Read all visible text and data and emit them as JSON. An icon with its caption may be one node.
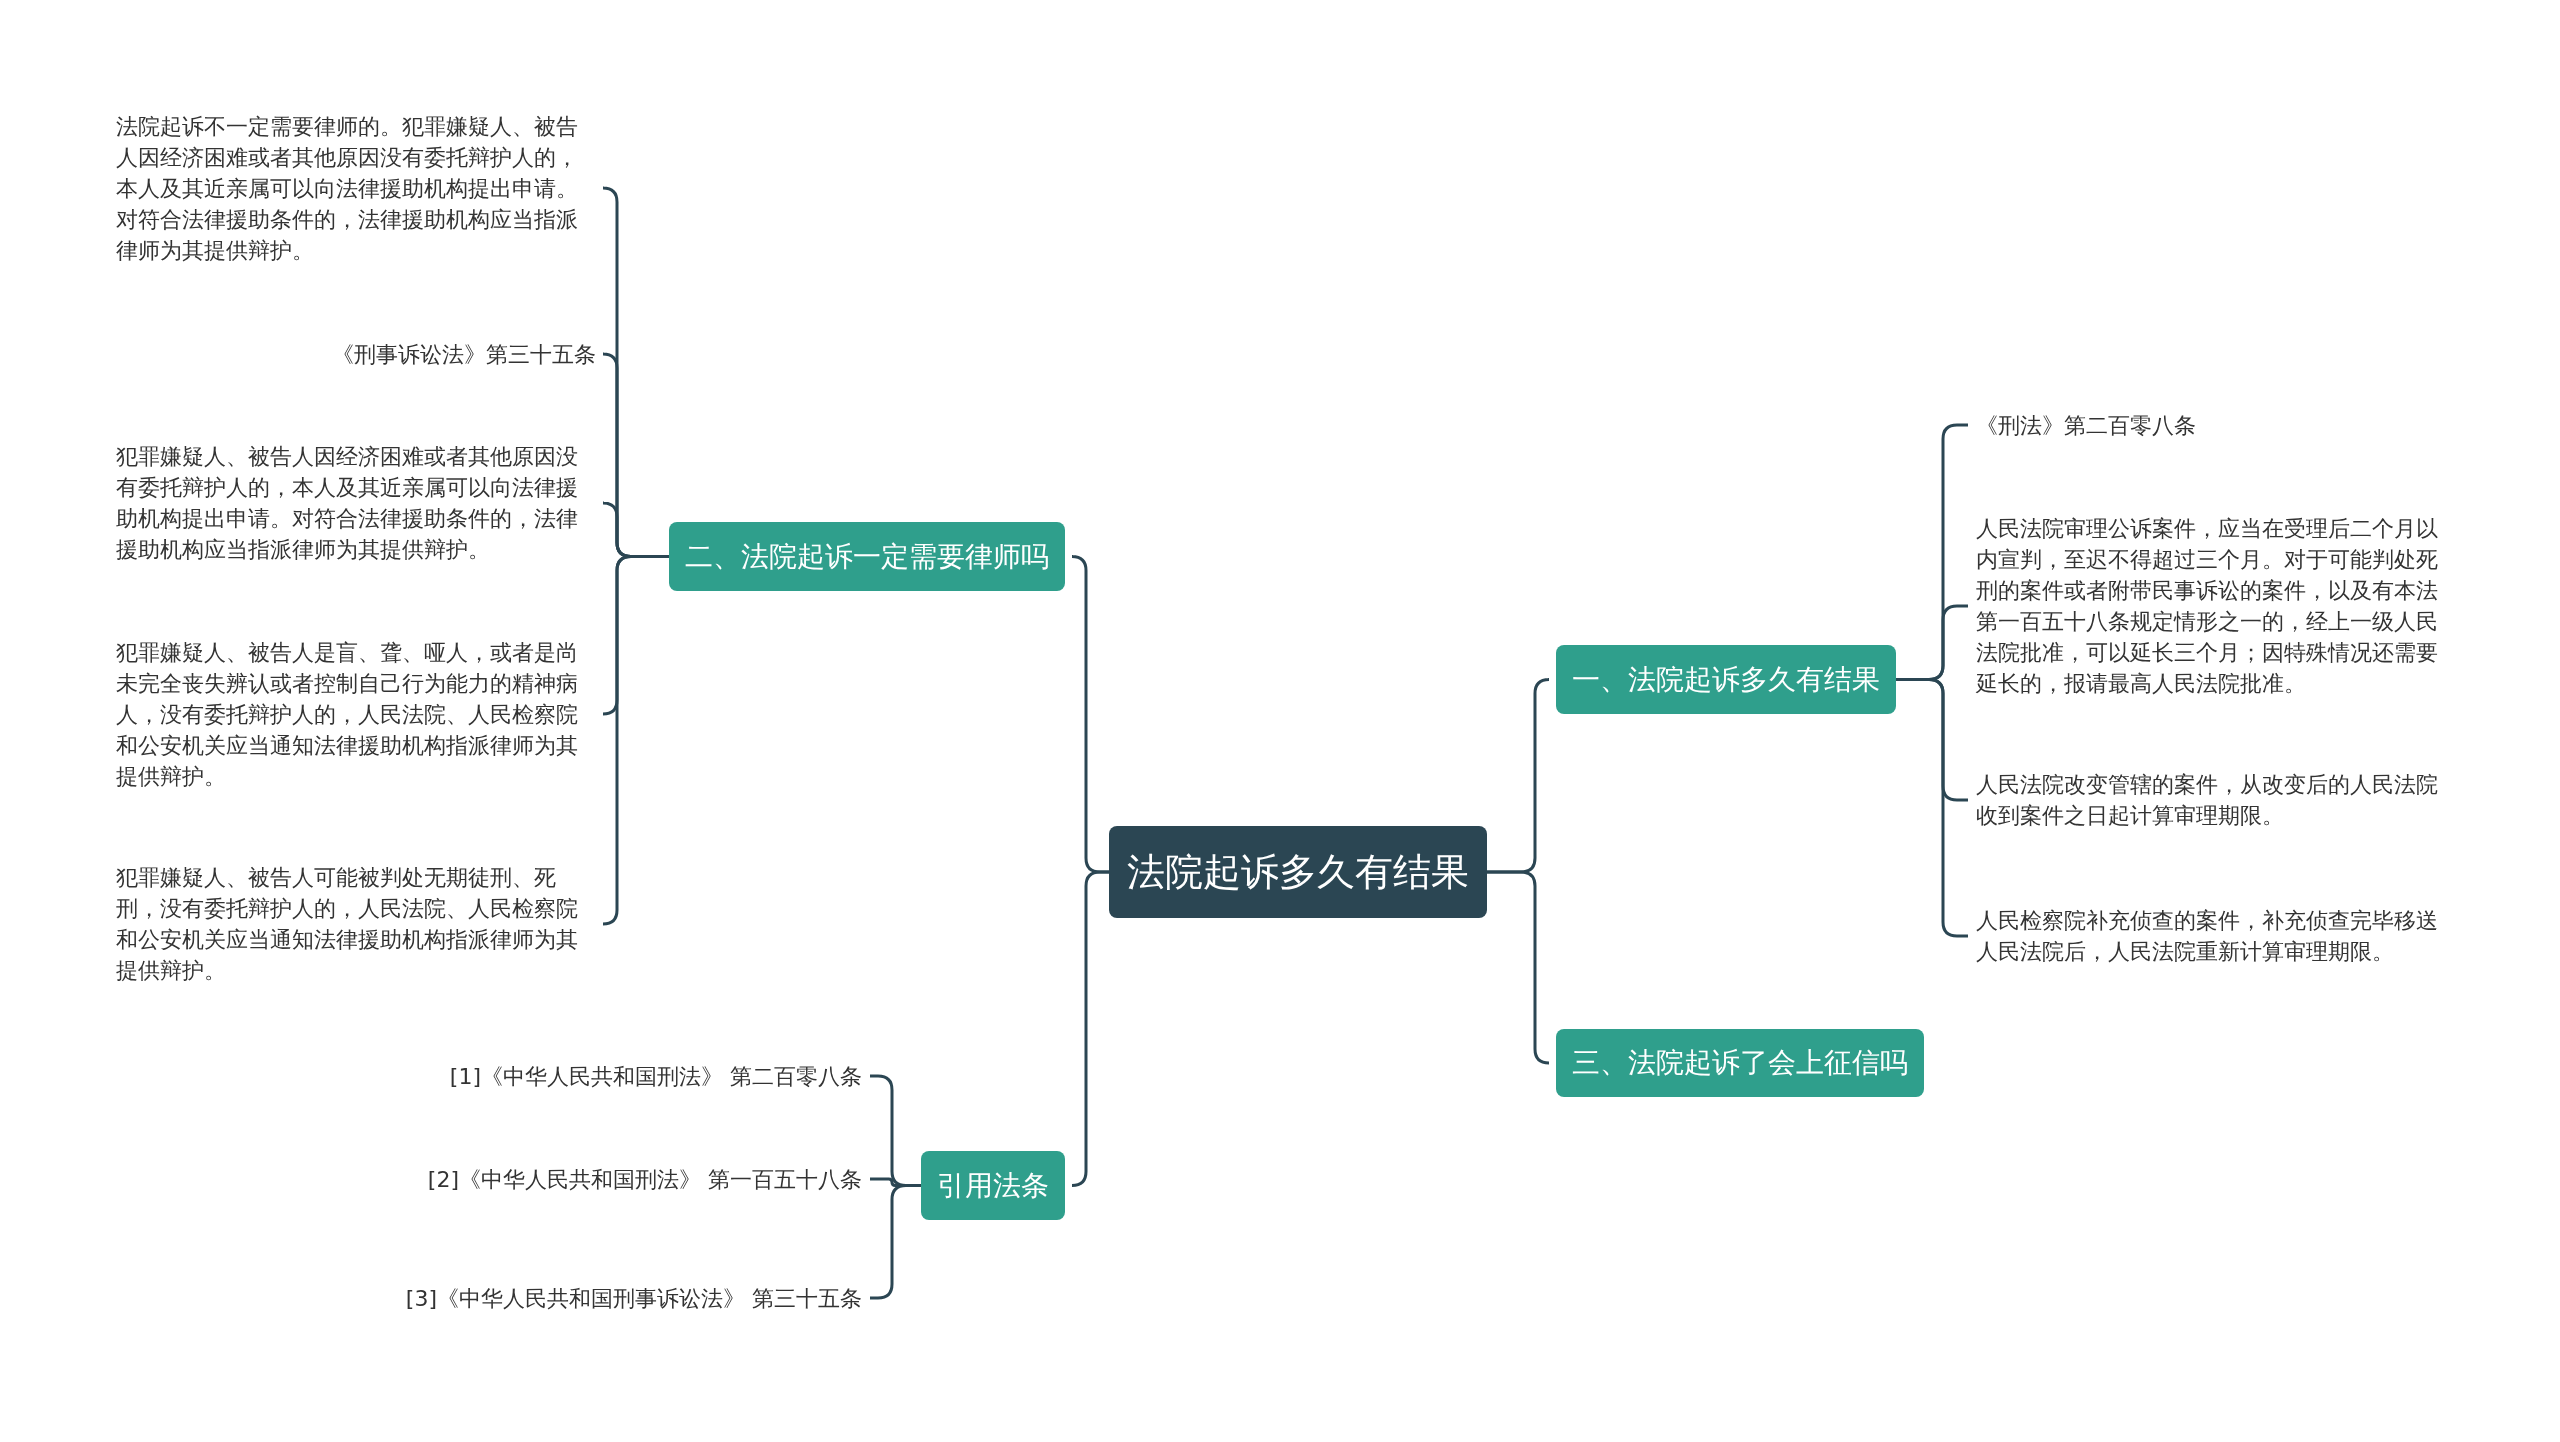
{
  "diagram": {
    "nodes": [
      {
        "text": [
          "法院起诉多久有结果"
        ]
      },
      {
        "text": [
          "一、法院起诉多久有结果"
        ]
      },
      {
        "text": [
          "《刑法》第二百零八条"
        ]
      },
      {
        "text": [
          "人民法院审理公诉案件，应当在受理后二个月以内宣判，至迟不得超过三个月。对于可能判处死刑的案件或者附带民事诉讼的案件，以及有本法第一百五十八条规定情形之一的，经上一级人民法院批准，可以延长三个月；因特殊情况还需要延长的，报请最高人民法院批准。"
        ]
      },
      {
        "text": [
          "人民法院改变管辖的案件，从改变后的人民法院收到案件之日起计算审理期限。"
        ]
      },
      {
        "text": [
          "人民检察院补充侦查的案件，补充侦查完毕移送人民法院后，人民法院重新计算审理期限。"
        ]
      },
      {
        "text": [
          "三、法院起诉了会上征信吗"
        ]
      },
      {
        "text": [
          "二、法院起诉一定需要律师吗"
        ]
      },
      {
        "text": [
          "法院起诉不一定需要律师的。犯罪嫌疑人、被告人因经济困难或者其他原因没有委托辩护人的，本人及其近亲属可以向法律援助机构提出申请。对符合法律援助条件的，法律援助机构应当指派律师为其提供辩护。"
        ]
      },
      {
        "text": [
          "《刑事诉讼法》第三十五条"
        ]
      },
      {
        "text": [
          "犯罪嫌疑人、被告人因经济困难或者其他原因没有委托辩护人的，本人及其近亲属可以向法律援助机构提出申请。对符合法律援助条件的，法律援助机构应当指派律师为其提供辩护。"
        ]
      },
      {
        "text": [
          "犯罪嫌疑人、被告人是盲、聋、哑人，或者是尚未完全丧失辨认或者控制自己行为能力的精神病人，没有委托辩护人的，人民法院、人民检察院和公安机关应当通知法律援助机构指派律师为其提供辩护。"
        ]
      },
      {
        "text": [
          "犯罪嫌疑人、被告人可能被判处无期徒刑、死刑，没有委托辩护人的，人民法院、人民检察院和公安机关应当通知法律援助机构指派律师为其提供辩护。"
        ]
      },
      {
        "text": [
          "引用法条"
        ]
      },
      {
        "text": [
          "[1]《中华人民共和国刑法》 第二百零八条"
        ]
      },
      {
        "text": [
          "[2]《中华人民共和国刑法》 第一百五十八条"
        ]
      },
      {
        "text": [
          "[3]《中华人民共和国刑事诉讼法》 第三十五条"
        ]
      }
    ],
    "edges": [
      {
        "from": 0,
        "to": 1,
        "arrow": "none"
      },
      {
        "from": 1,
        "to": 2,
        "arrow": "none"
      },
      {
        "from": 1,
        "to": 3,
        "arrow": "none"
      },
      {
        "from": 1,
        "to": 4,
        "arrow": "none"
      },
      {
        "from": 1,
        "to": 5,
        "arrow": "none"
      },
      {
        "from": 0,
        "to": 6,
        "arrow": "none"
      },
      {
        "from": 0,
        "to": 7,
        "arrow": "none"
      },
      {
        "from": 7,
        "to": 8,
        "arrow": "none"
      },
      {
        "from": 7,
        "to": 9,
        "arrow": "none"
      },
      {
        "from": 7,
        "to": 10,
        "arrow": "none"
      },
      {
        "from": 7,
        "to": 11,
        "arrow": "none"
      },
      {
        "from": 7,
        "to": 12,
        "arrow": "none"
      },
      {
        "from": 0,
        "to": 13,
        "arrow": "none"
      },
      {
        "from": 13,
        "to": 14,
        "arrow": "none"
      },
      {
        "from": 13,
        "to": 15,
        "arrow": "none"
      },
      {
        "from": 13,
        "to": 16,
        "arrow": "none"
      }
    ]
  }
}
